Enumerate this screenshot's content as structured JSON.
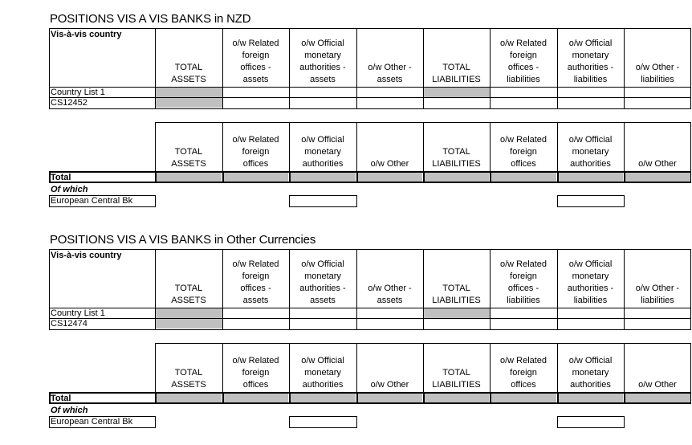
{
  "sections": [
    {
      "title": "POSITIONS VIS A VIS BANKS in NZD",
      "corner_label": "Vis-à-vis country",
      "columns": [
        "TOTAL\nASSETS",
        "o/w Related\nforeign\noffices -\nassets",
        "o/w Official\nmonetary\nauthorities -\nassets",
        "o/w Other -\nassets",
        "TOTAL\nLIABILITIES",
        "o/w Related\nforeign\noffices -\nliabilities",
        "o/w Official\nmonetary\nauthorities -\nliabilities",
        "o/w Other -\nliabilities"
      ],
      "rows": [
        "Country List 1",
        "CS12452"
      ],
      "columns2": [
        "TOTAL\nASSETS",
        "o/w Related\nforeign\noffices",
        "o/w Official\nmonetary\nauthorities",
        "o/w Other",
        "TOTAL\nLIABILITIES",
        "o/w Related\nforeign\noffices",
        "o/w Official\nmonetary\nauthorities",
        "o/w Other"
      ],
      "total_label": "Total",
      "of_which_label": "Of which",
      "ecb_label": "European Central Bk"
    },
    {
      "title": "POSITIONS VIS A VIS BANKS in Other Currencies",
      "corner_label": "Vis-à-vis country",
      "columns": [
        "TOTAL\nASSETS",
        "o/w Related\nforeign\noffices -\nassets",
        "o/w Official\nmonetary\nauthorities -\nassets",
        "o/w Other -\nassets",
        "TOTAL\nLIABILITIES",
        "o/w Related\nforeign\noffices -\nliabilities",
        "o/w Official\nmonetary\nauthorities -\nliabilities",
        "o/w Other -\nliabilities"
      ],
      "rows": [
        "Country List 1",
        "CS12474"
      ],
      "columns2": [
        "TOTAL\nASSETS",
        "o/w Related\nforeign\noffices",
        "o/w Official\nmonetary\nauthorities",
        "o/w Other",
        "TOTAL\nLIABILITIES",
        "o/w Related\nforeign\noffices",
        "o/w Official\nmonetary\nauthorities",
        "o/w Other"
      ],
      "total_label": "Total",
      "of_which_label": "Of which",
      "ecb_label": "European Central Bk"
    }
  ],
  "colors": {
    "shade": "#c0c0c0",
    "line": "#000000"
  }
}
